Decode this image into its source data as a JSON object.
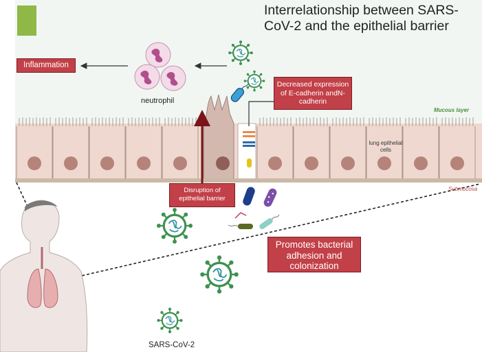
{
  "title": "Interrelationship between SARS-CoV-2 and the epithelial barrier",
  "labels": {
    "inflammation": "Inflammation",
    "neutrophil": "neutrophil",
    "decreased_expression": "Decreased expression of E-cadherin andN-cadherin",
    "mucous_layer": "Mucous layer",
    "lung_epithelial_cells": "lung epithelial cells",
    "submucosa": "Submucosa",
    "disruption": "Disruption of epithelial barrier",
    "promotes": "Promotes bacterial adhesion and colonization",
    "sars_cov_2": "SARS-CoV-2"
  },
  "colors": {
    "accent_square": "#8fb847",
    "red_box": "#c24048",
    "cell_fill": "#eed8cf",
    "nucleus": "#b5837a",
    "virus": "#3f9150",
    "mucous_text": "#4a8f3a",
    "submucosa_text": "#b04848",
    "arrow_dark_red": "#7a1418"
  },
  "icons": [
    "virus-icon",
    "neutrophil-icon",
    "bacterium-icon",
    "human-lungs-icon"
  ]
}
